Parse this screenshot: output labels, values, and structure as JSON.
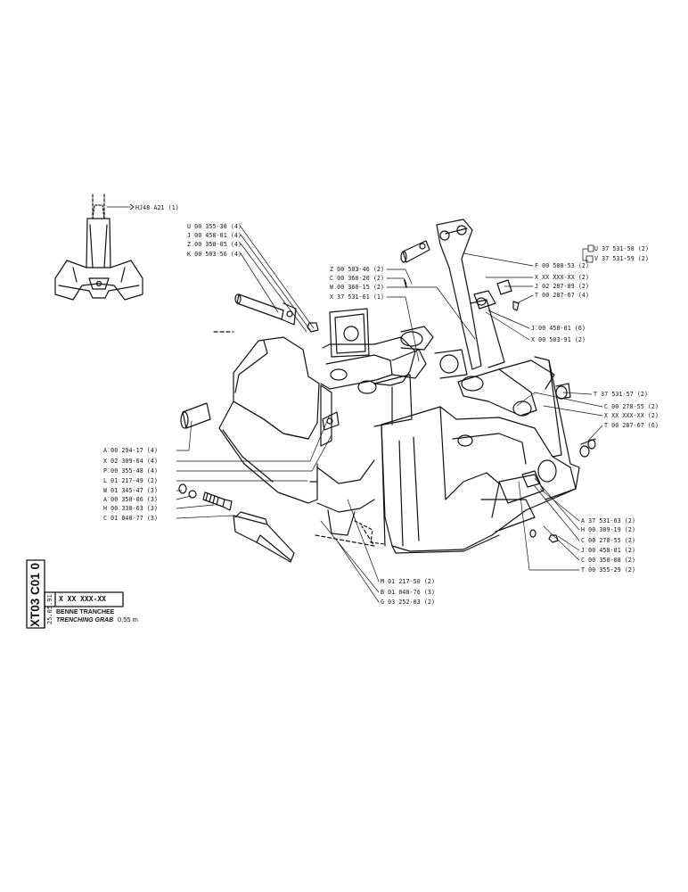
{
  "inset": {
    "callout": "HJ48 A21   (1)"
  },
  "labels_top_left": [
    "U 00 355-30 (4)",
    "J 00 458-01 (4)",
    "Z 00 350-05 (4)",
    "K 00 503-56 (4)"
  ],
  "labels_center_top": [
    "Z 00 503-46 (2)",
    "C 00 360-20 (2)",
    "W 00 360-15 (2)",
    "X 37 531-61 (1)"
  ],
  "labels_right_top": [
    "U 37 531-58 (2)",
    "V 37 531-59 (2)",
    "F 00 500-53 (2)",
    "X XX XXX-XX (2)",
    "J 02 287-89 (2)",
    "T 00 287-67 (4)"
  ],
  "labels_right_mid": [
    "J 00 458-01 (6)",
    "X 00 503-91 (2)",
    "T 37 531-57 (2)",
    "C 00 278-55 (2)",
    "X XX XXX-XX (2)",
    "T 00 287-67 (6)"
  ],
  "labels_left": [
    "A 00 294-17 (4)",
    "X 02 309-64 (4)",
    "P 00 355-48 (4)",
    "L 01 217-49 (2)",
    "W 01 345-47 (3)",
    "A 00 350-06 (3)",
    "H 00 338-63 (3)",
    "C 01 040-77 (3)"
  ],
  "labels_right_bottom": [
    "A 37 531-63 (2)",
    "H 00 309-19 (2)",
    "C 00 278-55 (2)",
    "J 00 458-01 (2)",
    "C 00 350-08 (2)",
    "T 00 355-29 (2)"
  ],
  "labels_bottom": [
    "M 01 217-50 (2)",
    "B 01 040-76 (3)",
    "G 03 252-03 (2)"
  ],
  "title_block": {
    "code": "XT03 C01 0",
    "small_code": "25.05.91",
    "ref": "X XX XXX-XX",
    "title_fr": "BENNE TRANCHEE",
    "title_en": "TRENCHING GRAB",
    "size": "0,55 m"
  }
}
